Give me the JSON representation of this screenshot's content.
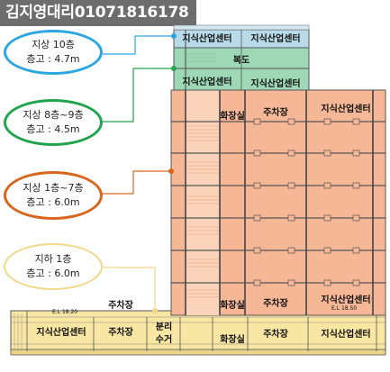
{
  "watermark": "김지영대리01071816178",
  "levels": [
    {
      "name": "지상 10층",
      "height": "층고 : 4.7m",
      "color": "#2ba6df"
    },
    {
      "name": "지상 8층~9층",
      "height": "층고 : 4.5m",
      "color": "#21a44d"
    },
    {
      "name": "지상 1층~7층",
      "height": "층고 : 6.0m",
      "color": "#d9661e"
    },
    {
      "name": "지하 1층",
      "height": "층고 : 6.0m",
      "color": "#f1d98a"
    }
  ],
  "rooms": {
    "knowledge_center": "지식산업센터",
    "corridor": "복도",
    "restroom": "화장실",
    "parking": "주차장",
    "separation_tank": "분리수거"
  },
  "elevations": [
    "E.L 18.20",
    "E.L 18.50"
  ],
  "colors": {
    "blue_zone": "#b9dbe9",
    "green_zone": "#9ed8b6",
    "orange_zone": "#f6b796",
    "yellow_zone": "#f8e6a3"
  }
}
